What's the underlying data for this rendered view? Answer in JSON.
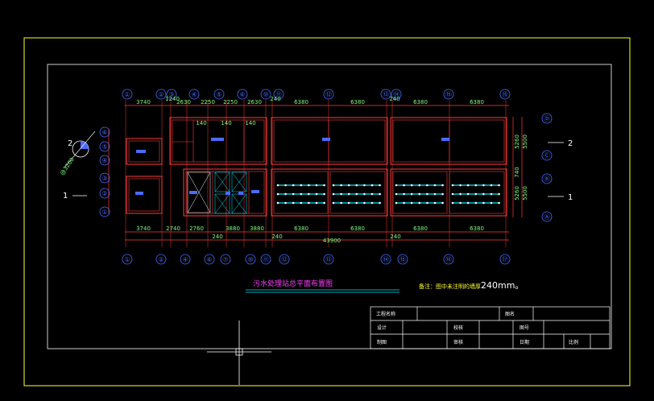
{
  "drawing": {
    "title": "污水处理站总平面布置图",
    "note_prefix": "备注：图中未注明的墙厚",
    "note_value": "240mm。",
    "top_axes": [
      "①",
      "②",
      "③",
      "④",
      "⑤",
      "⑥",
      "⑩",
      "⑪",
      "⑫",
      "⑬",
      "⑭",
      "⑮",
      "⑯",
      "⑰"
    ],
    "bottom_axes": [
      "①",
      "②",
      "④",
      "⑥",
      "⑦",
      "⑩",
      "⑪",
      "⑫",
      "⑬",
      "⑭",
      "⑮",
      "⑯",
      "⑰"
    ],
    "left_axes": [
      "⑥",
      "⑤",
      "④",
      "③",
      "②",
      "①"
    ],
    "right_axes": [
      "Ⓓ",
      "Ⓒ",
      "Ⓑ",
      "Ⓐ"
    ],
    "top_dims": [
      "3740",
      "1240",
      "2630",
      "2250",
      "2250",
      "2630",
      "240",
      "6380",
      "6380",
      "240",
      "6380",
      "6380"
    ],
    "inner_dims": [
      "140",
      "140",
      "140"
    ],
    "bottom_dims": [
      "3740",
      "2740",
      "2760",
      "240",
      "3880",
      "3880",
      "240",
      "6380",
      "6380",
      "240",
      "6380",
      "6380"
    ],
    "overall_dim": "43900",
    "right_dims": [
      "5260",
      "5500",
      "740",
      "5260",
      "5500"
    ],
    "section_marks": [
      "2",
      "1",
      "2",
      "1"
    ],
    "section_symbol_text": "@3200",
    "room_labels": [
      "",
      "",
      "",
      "",
      ""
    ]
  },
  "title_block": {
    "row1": [
      "工程名称",
      "",
      "图名",
      ""
    ],
    "row2": [
      "设计",
      "",
      "校核",
      "",
      "图号",
      ""
    ],
    "row3": [
      "制图",
      "",
      "审核",
      "",
      "日期",
      "",
      "比例",
      ""
    ]
  }
}
